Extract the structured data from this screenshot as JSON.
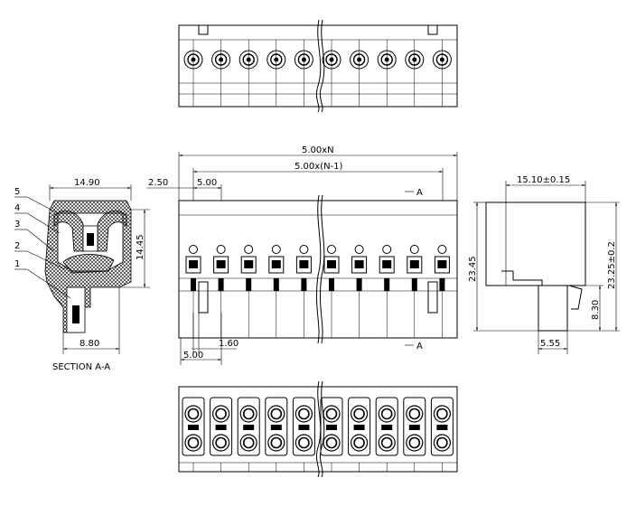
{
  "drawing": {
    "section_label": "SECTION A-A",
    "pin_count_shown": 10,
    "dimensions": {
      "width_14_90": "14.90",
      "height_14_45": "14.45",
      "depth_8_80": "8.80",
      "total_5_00xN": "5.00xN",
      "total_5_00xN_minus_1": "5.00x(N-1)",
      "offset_2_50": "2.50",
      "pitch_top": "5.00",
      "pitch_bottom": "5.00",
      "pin_1_60": "1.60",
      "side_15_10": "15.10±0.15",
      "side_23_45": "23.45",
      "side_23_25": "23.25±0.2",
      "side_8_30": "8.30",
      "side_5_55": "5.55"
    },
    "section_marker": "A",
    "callouts": [
      "1",
      "2",
      "3",
      "4",
      "5"
    ]
  }
}
